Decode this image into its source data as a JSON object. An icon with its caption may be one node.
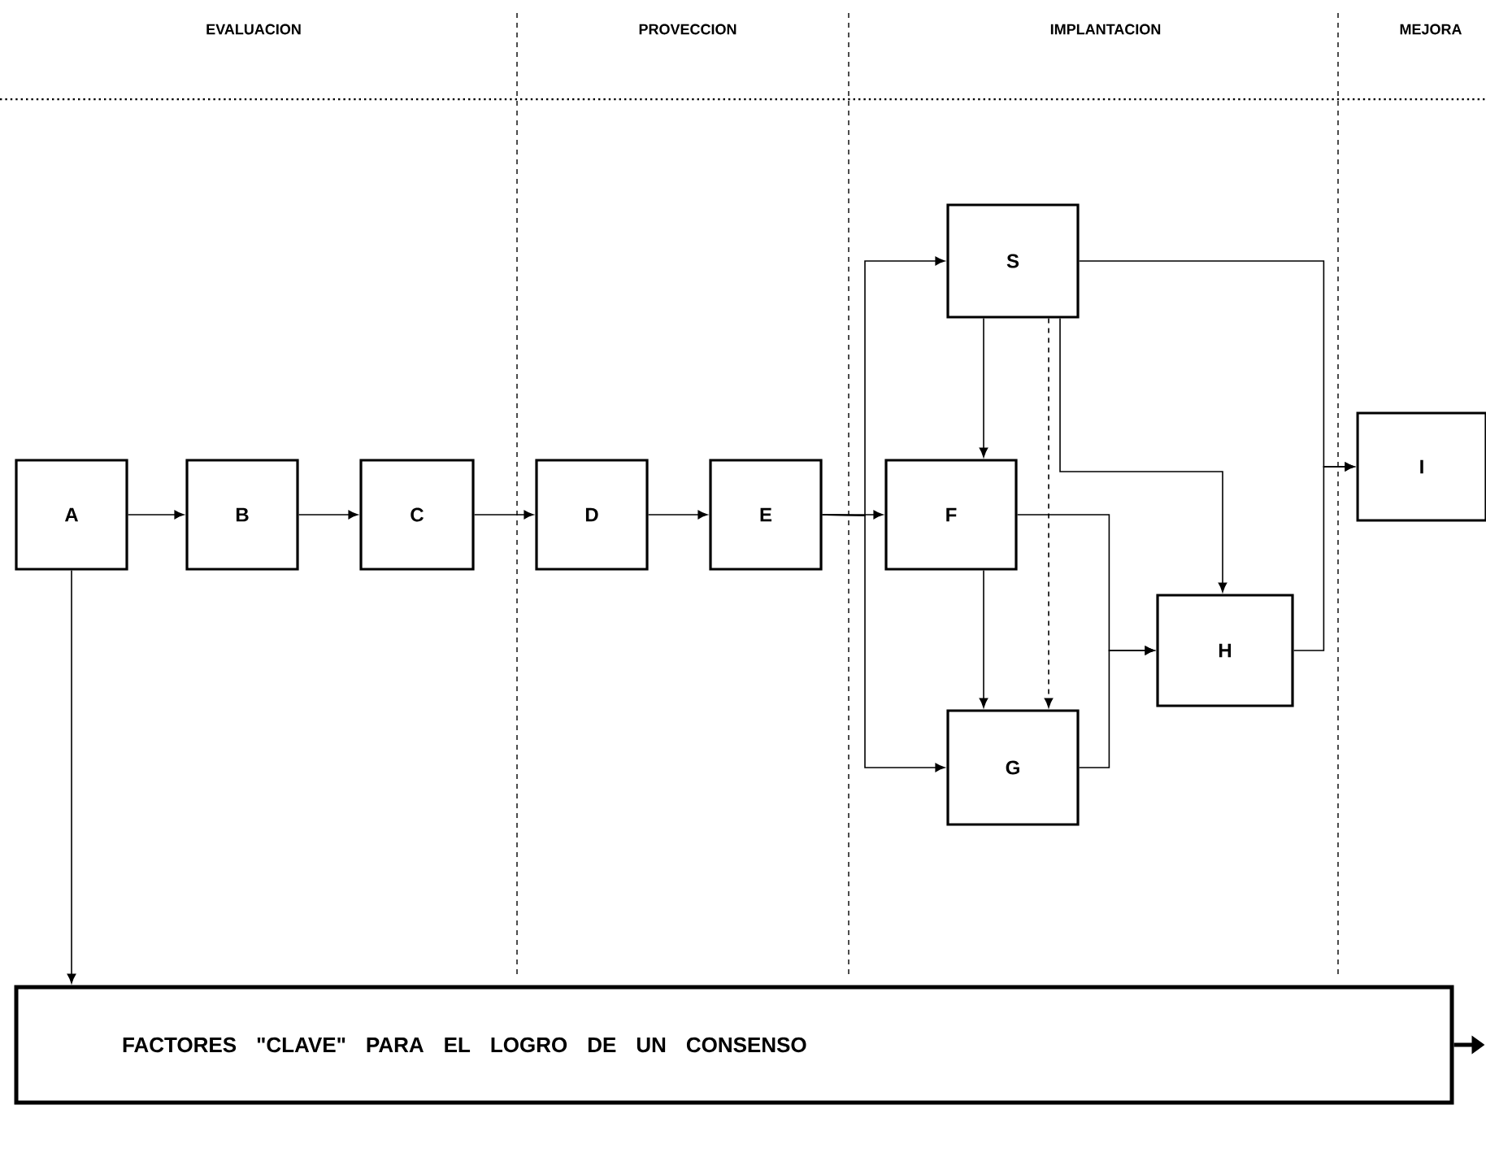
{
  "diagram": {
    "nodes": [
      {
        "text": [
          "A"
        ]
      },
      {
        "text": [
          "B"
        ]
      },
      {
        "text": [
          "C"
        ]
      },
      {
        "text": [
          "D"
        ]
      },
      {
        "text": [
          "E"
        ]
      },
      {
        "text": [
          "S"
        ]
      },
      {
        "text": [
          "F"
        ]
      },
      {
        "text": [
          "G"
        ]
      },
      {
        "text": [
          "H"
        ]
      },
      {
        "text": [
          "I"
        ]
      },
      {
        "text": [
          "FACTORES \"CLAVE\" PARA EL LOGRO DE UN CONSENSO"
        ]
      }
    ],
    "edges": [
      {
        "from": 0,
        "to": 1,
        "arrow": "to"
      },
      {
        "from": 1,
        "to": 2,
        "arrow": "to"
      },
      {
        "from": 2,
        "to": 3,
        "arrow": "to"
      },
      {
        "from": 3,
        "to": 4,
        "arrow": "to"
      },
      {
        "from": 4,
        "to": 6,
        "arrow": "to"
      },
      {
        "from": 4,
        "to": 5,
        "arrow": "to"
      },
      {
        "from": 4,
        "to": 7,
        "arrow": "to"
      },
      {
        "from": 5,
        "to": 6,
        "arrow": "to"
      },
      {
        "from": 6,
        "to": 7,
        "arrow": "to"
      },
      {
        "from": 5,
        "to": 7,
        "arrow": "to",
        "style": "dashed"
      },
      {
        "from": 5,
        "to": 8,
        "arrow": "to"
      },
      {
        "from": 5,
        "to": 9,
        "arrow": "to"
      },
      {
        "from": 6,
        "to": 8,
        "arrow": "to"
      },
      {
        "from": 7,
        "to": 8,
        "arrow": "to"
      },
      {
        "from": 8,
        "to": 9,
        "arrow": "to"
      },
      {
        "from": 0,
        "to": 10,
        "arrow": "to"
      },
      {
        "from": 10,
        "to": null,
        "arrow": "to",
        "style": "thick"
      }
    ],
    "labels": [
      "EVALUACION",
      "PROVECCION",
      "IMPLANTACION",
      "MEJORA"
    ]
  }
}
